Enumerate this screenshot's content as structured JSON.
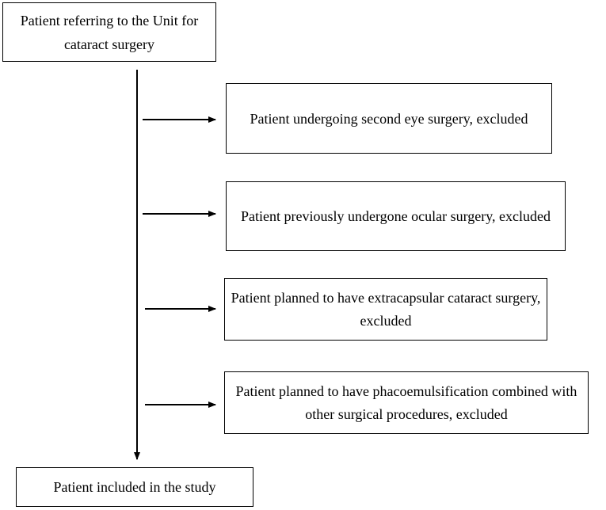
{
  "flowchart": {
    "start_box": "Patient referring to the Unit for cataract surgery",
    "exclusions": [
      "Patient undergoing second eye surgery, excluded",
      "Patient previously undergone ocular surgery, excluded",
      "Patient planned to have extracapsular cataract surgery, excluded",
      "Patient planned to have phacoemulsification combined with other surgical procedures, excluded"
    ],
    "end_box": "Patient included in the study"
  }
}
